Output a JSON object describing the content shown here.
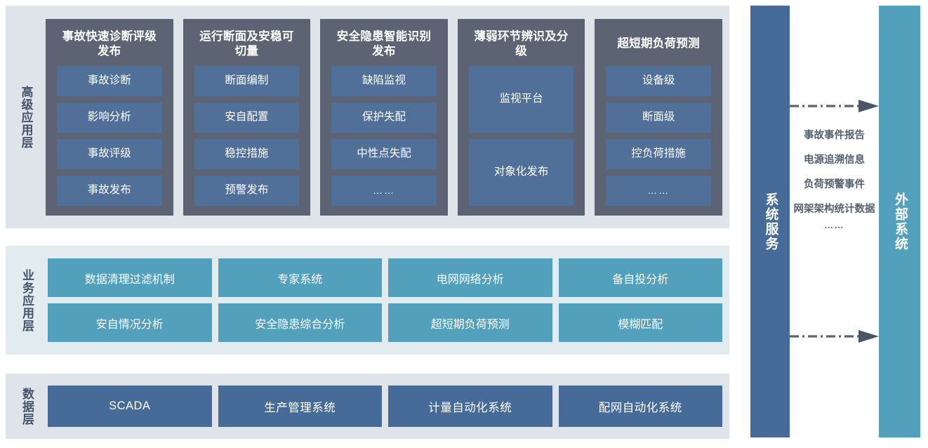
{
  "colors": {
    "panel_gray": "#dfe3ea",
    "panel_teal": "#e2ecf0",
    "card_gray": "#5c6474",
    "item_blue": "#517099",
    "item_teal": "#52a0bc",
    "item_darkblue": "#466b99",
    "label_text": "#45566b",
    "arrow": "#5a6575"
  },
  "layers": {
    "advanced": {
      "label": "高级应用层",
      "cards": [
        {
          "title": "事故快速诊断评级发布",
          "items": [
            "事故诊断",
            "影响分析",
            "事故评级",
            "事故发布"
          ]
        },
        {
          "title": "运行断面及安稳可切量",
          "items": [
            "断面编制",
            "安自配置",
            "稳控措施",
            "预警发布"
          ]
        },
        {
          "title": "安全隐患智能识别发布",
          "items": [
            "缺陷监视",
            "保护失配",
            "中性点失配",
            "……"
          ]
        },
        {
          "title": "薄弱环节辨识及分级",
          "items": [
            "监视平台",
            "对象化发布"
          ]
        },
        {
          "title": "超短期负荷预测",
          "items": [
            "设备级",
            "断面级",
            "控负荷措施",
            "……"
          ]
        }
      ]
    },
    "business": {
      "label": "业务应用层",
      "rows": [
        [
          "数据清理过滤机制",
          "专家系统",
          "电网网络分析",
          "备自投分析"
        ],
        [
          "安自情况分析",
          "安全隐患综合分析",
          "超短期负荷预测",
          "模糊匹配"
        ]
      ]
    },
    "data": {
      "label": "数据层",
      "items": [
        "SCADA",
        "生产管理系统",
        "计量自动化系统",
        "配网自动化系统"
      ]
    }
  },
  "side": {
    "system_service_label": "系统服务",
    "external_system_label": "外部系统",
    "exchange_labels": [
      "事故事件报告",
      "电源追溯信息",
      "负荷预警事件",
      "网架架构统计数据",
      "……"
    ],
    "arrows": [
      {
        "name": "arrow-service-to-external",
        "direction": "right",
        "style": "dash-dot"
      },
      {
        "name": "arrow-external-to-service",
        "direction": "right",
        "style": "dash-dot"
      }
    ]
  }
}
